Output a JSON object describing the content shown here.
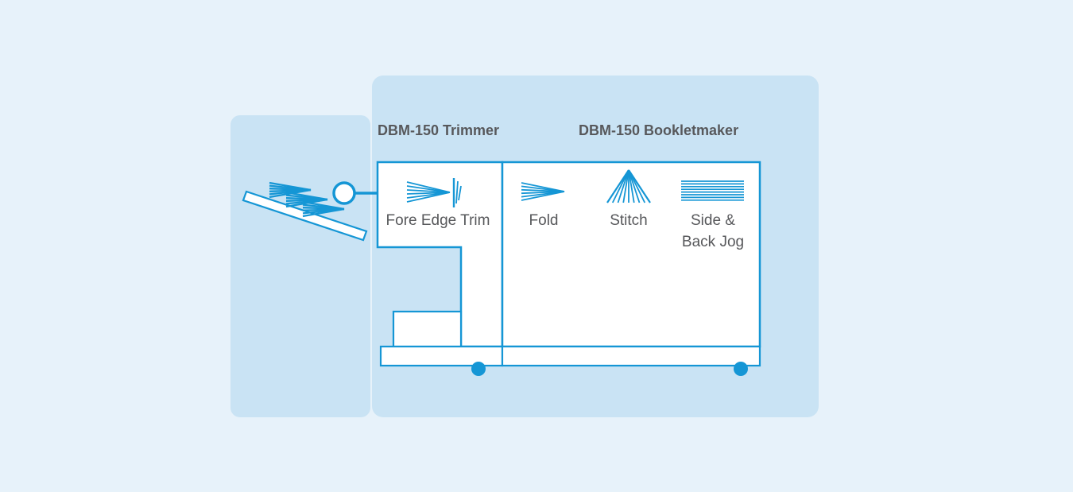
{
  "colors": {
    "background": "#e7f2fa",
    "panel": "#c9e3f4",
    "line": "#1596d5",
    "text": "#57585b",
    "machine_fill": "#ffffff"
  },
  "headers": {
    "trimmer": "DBM-150 Trimmer",
    "bookletmaker": "DBM-150 Bookletmaker"
  },
  "stations": [
    {
      "id": "fore-edge-trim",
      "label": "Fore Edge Trim",
      "icon": "page-fan-with-trim-blade-icon"
    },
    {
      "id": "fold",
      "label": "Fold",
      "icon": "page-fan-icon"
    },
    {
      "id": "stitch",
      "label": "Stitch",
      "icon": "open-booklet-fan-icon"
    },
    {
      "id": "side-back-jog",
      "label": "Side & Back Jog",
      "lines": [
        "Side &",
        "Back Jog"
      ],
      "icon": "jogged-sheet-stack-icon"
    }
  ]
}
